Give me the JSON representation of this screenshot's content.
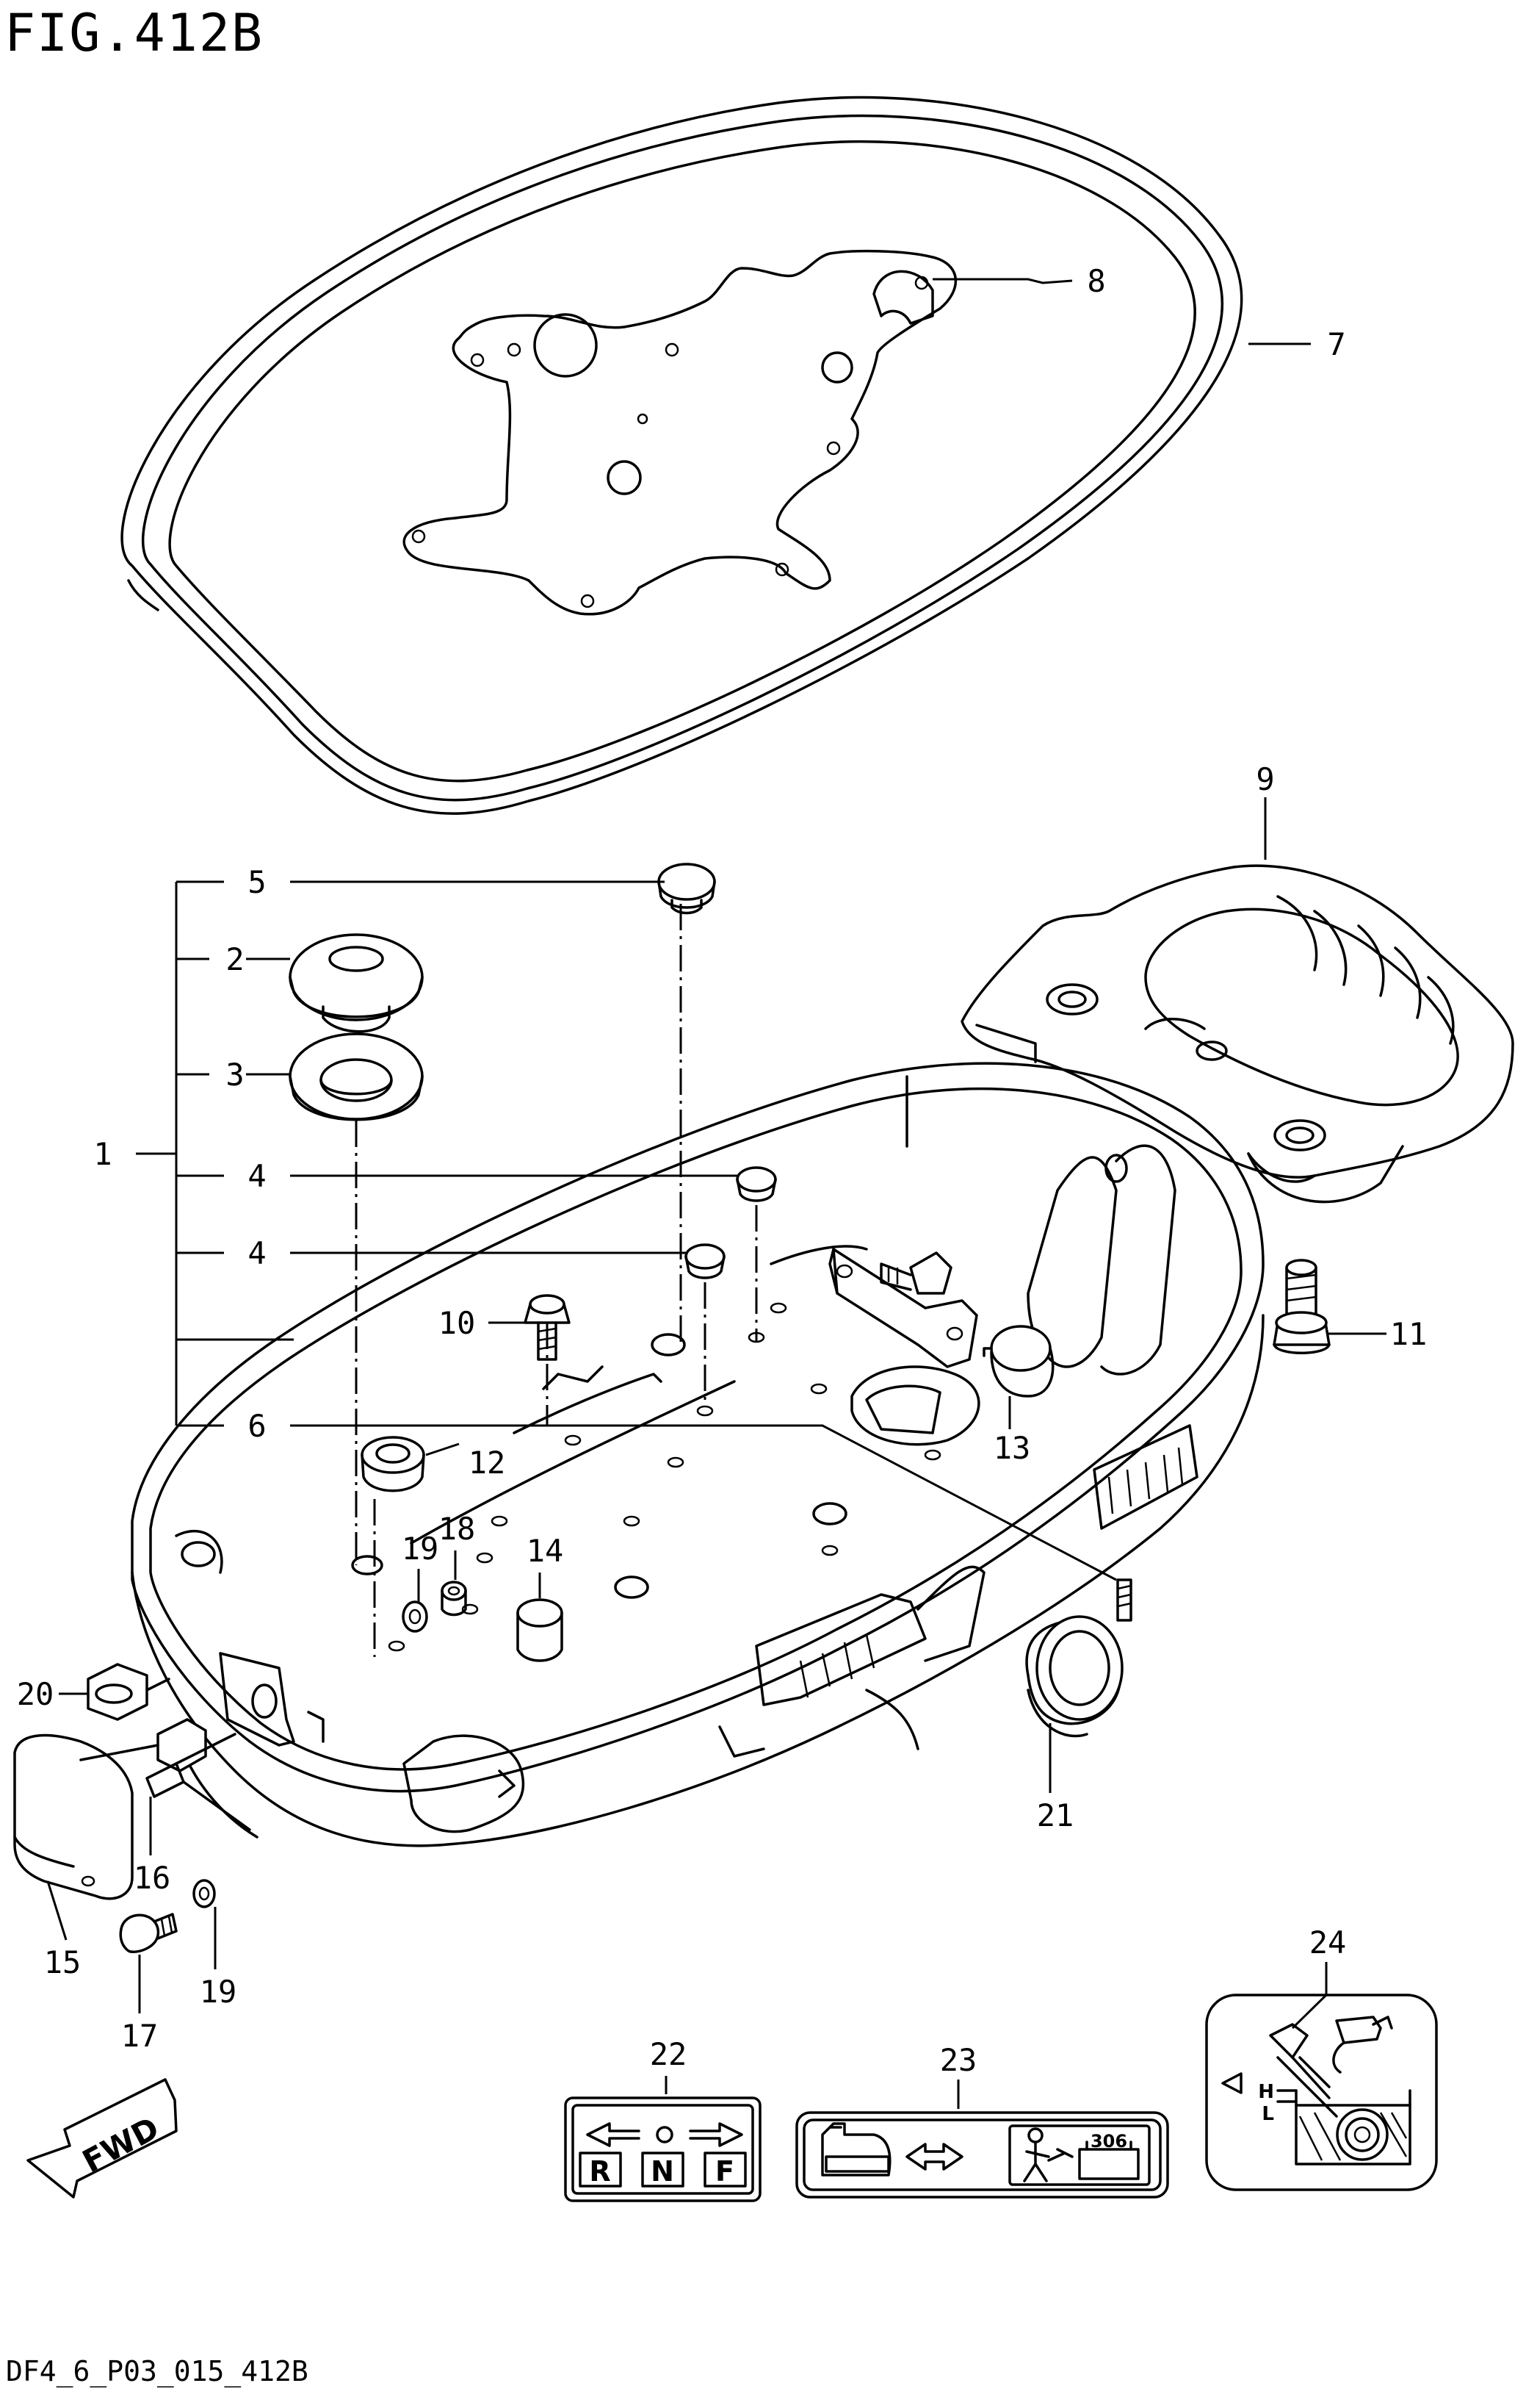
{
  "figure": {
    "title": "FIG.412B",
    "footer_code": "DF4_6_P03_015_412B"
  },
  "callouts": [
    {
      "id": "c1",
      "label": "1"
    },
    {
      "id": "c2",
      "label": "2"
    },
    {
      "id": "c3",
      "label": "3"
    },
    {
      "id": "c4a",
      "label": "4"
    },
    {
      "id": "c4b",
      "label": "4"
    },
    {
      "id": "c5",
      "label": "5"
    },
    {
      "id": "c6",
      "label": "6"
    },
    {
      "id": "c7",
      "label": "7"
    },
    {
      "id": "c8",
      "label": "8"
    },
    {
      "id": "c9",
      "label": "9"
    },
    {
      "id": "c10",
      "label": "10"
    },
    {
      "id": "c11",
      "label": "11"
    },
    {
      "id": "c12",
      "label": "12"
    },
    {
      "id": "c13",
      "label": "13"
    },
    {
      "id": "c14",
      "label": "14"
    },
    {
      "id": "c15",
      "label": "15"
    },
    {
      "id": "c16",
      "label": "16"
    },
    {
      "id": "c17",
      "label": "17"
    },
    {
      "id": "c18",
      "label": "18"
    },
    {
      "id": "c19a",
      "label": "19"
    },
    {
      "id": "c19b",
      "label": "19"
    },
    {
      "id": "c20",
      "label": "20"
    },
    {
      "id": "c21",
      "label": "21"
    },
    {
      "id": "c22",
      "label": "22"
    },
    {
      "id": "c23",
      "label": "23"
    },
    {
      "id": "c24",
      "label": "24"
    }
  ],
  "decals": {
    "direction_arrow": "FWD",
    "shift_label": [
      "R",
      "N",
      "F"
    ],
    "oil_gauge": [
      "H",
      "L"
    ],
    "fuel_label_text": "306"
  },
  "icons": [
    "fwd-arrow-icon",
    "fuel-tank-icon",
    "double-arrow-icon",
    "person-icon",
    "oil-can-icon",
    "triangle-left-icon"
  ]
}
